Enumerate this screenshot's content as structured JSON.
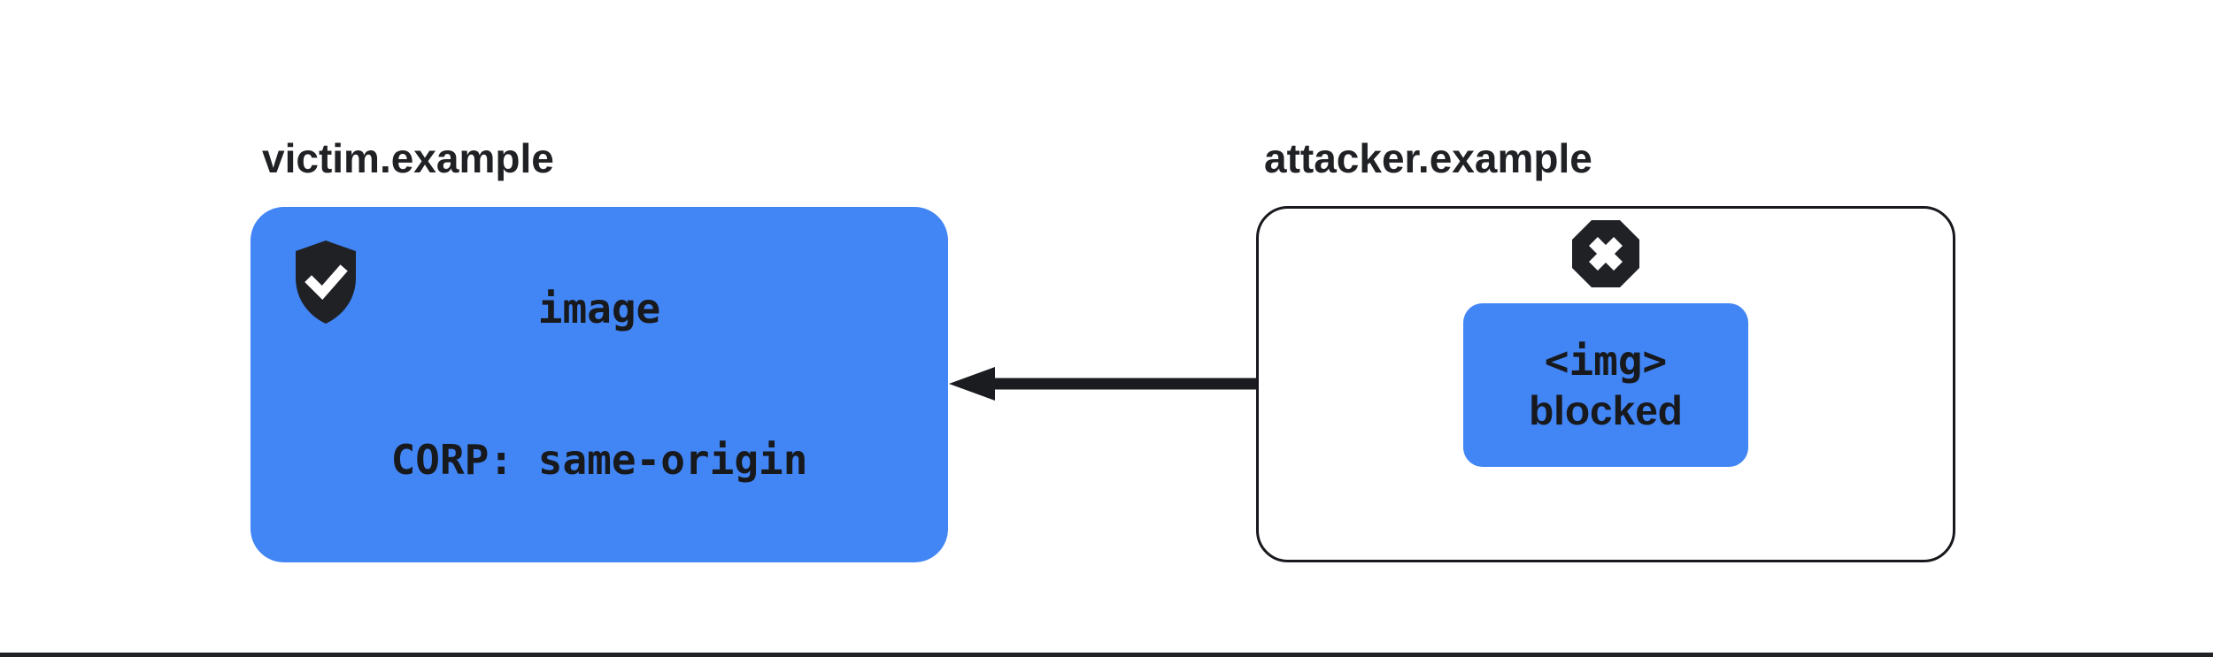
{
  "colors": {
    "accent_blue": "#4285f4",
    "icon_dark": "#1f2125",
    "text_dark": "#17191d",
    "label_text": "#202124",
    "background": "#ffffff"
  },
  "victim": {
    "label": "victim.example",
    "line1": "image",
    "line2": "CORP: same-origin",
    "icon": "shield-check-icon"
  },
  "attacker": {
    "label": "attacker.example",
    "icon": "blocked-x-icon",
    "line1": "<img>",
    "line2": "blocked"
  },
  "arrow": {
    "direction": "right-to-left"
  }
}
